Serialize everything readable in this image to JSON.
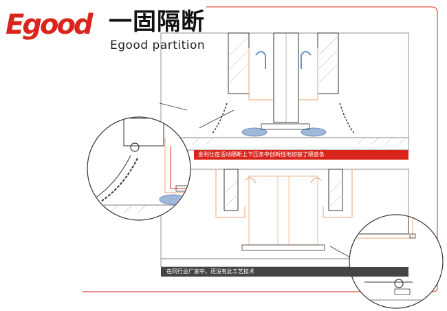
{
  "brand": {
    "logo_text": "Egood",
    "chinese_name": "一固隔断",
    "english_name": "Egood partition"
  },
  "captions": {
    "top": "金利仕在活动隔断上下压条中创新性地加装了隔音条",
    "bottom": "在同行业厂家中，还没有此工艺技术"
  },
  "colors": {
    "brand_red": "#d9251c",
    "line_dark": "#333333",
    "line_orange": "#e8a070",
    "seal_blue": "#9fb8d8",
    "caption_gray": "#444444"
  }
}
